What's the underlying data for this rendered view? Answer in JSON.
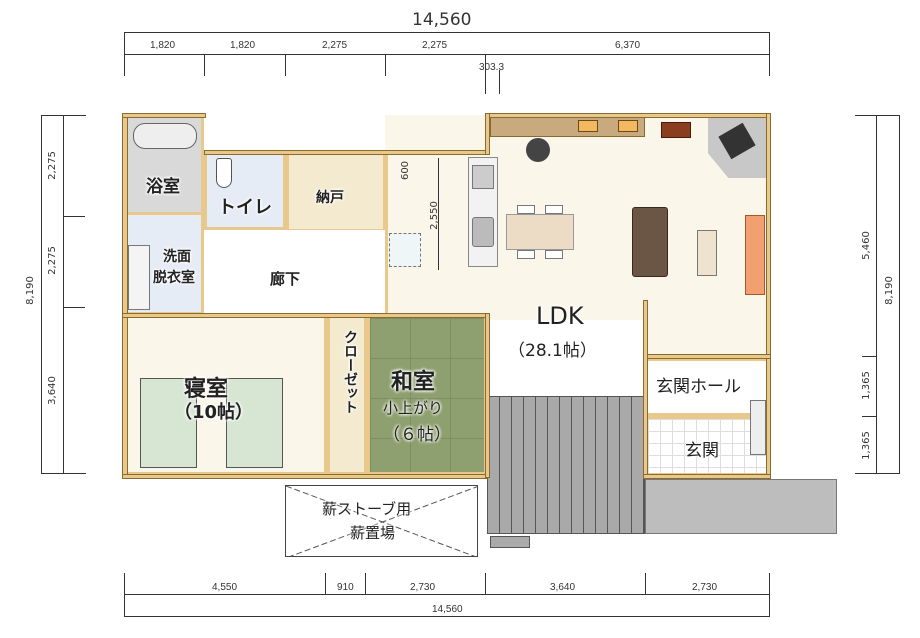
{
  "plan": {
    "overall_width": "14,560",
    "top_dimensions": [
      "1,820",
      "1,820",
      "2,275",
      "2,275",
      "6,370"
    ],
    "top_sub_dimension": "303.3",
    "bottom_dimensions": [
      "4,550",
      "910",
      "2,730",
      "3,640",
      "2,730"
    ],
    "bottom_total": "14,560",
    "left_dimensions": [
      "2,275",
      "2,275",
      "3,640"
    ],
    "left_total": "8,190",
    "right_dimensions": [
      "5,460",
      "1,365",
      "1,365"
    ],
    "right_total": "8,190",
    "inner_dimensions": {
      "kitchen_depth": "600",
      "kitchen_length": "2,550"
    }
  },
  "rooms": {
    "bath": "浴室",
    "toilet": "トイレ",
    "storage": "納戸",
    "washroom_line1": "洗面",
    "washroom_line2": "脱衣室",
    "hallway": "廊下",
    "ldk": "LDK",
    "ldk_size": "（28.1帖）",
    "bedroom": "寝室",
    "bedroom_size": "（10帖）",
    "closet": "クローゼット",
    "washitsu": "和室",
    "washitsu_sub": "小上がり",
    "washitsu_size": "（６帖）",
    "entrance_hall": "玄関ホール",
    "entrance": "玄関",
    "firewood_line1": "薪ストーブ用",
    "firewood_line2": "薪置場"
  },
  "colors": {
    "wall": "#e9c98b",
    "ldk_floor": "#fbf6ea",
    "bath_floor": "#d9d9d9",
    "toilet_floor": "#e6ecf5",
    "storage_floor": "#f3ead0",
    "tatami": "#8fa070",
    "deck": "#a9a9a9",
    "bed": "#d6e6d2",
    "sofa": "#6b5645",
    "tv_board": "#f2a070"
  }
}
